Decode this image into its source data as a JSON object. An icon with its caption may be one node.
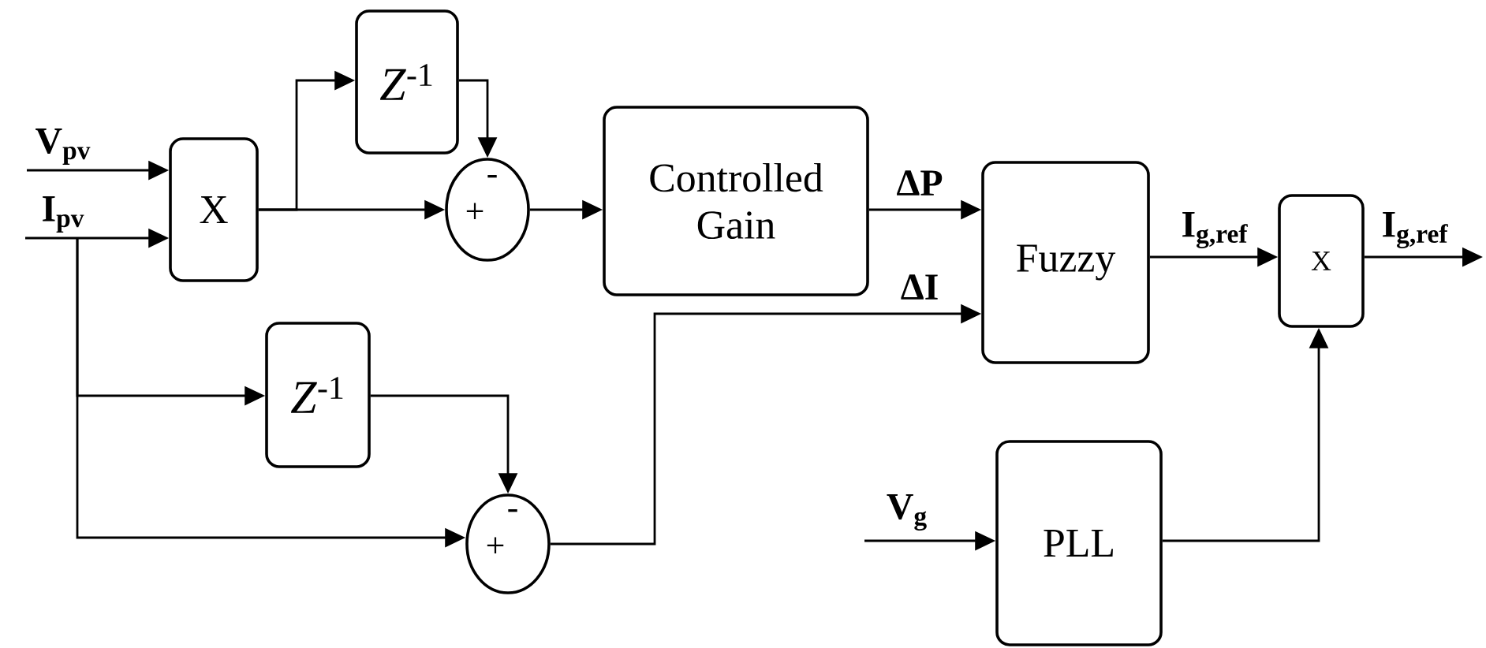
{
  "diagram": {
    "nodes": [
      {
        "text": [
          "X"
        ]
      },
      {
        "text": [
          "*Z*$^{-1}$"
        ]
      },
      {
        "text": [
          "-",
          "+"
        ]
      },
      {
        "text": [
          "Controlled Gain"
        ]
      },
      {
        "text": [
          "Fuzzy"
        ]
      },
      {
        "text": [
          "X"
        ]
      },
      {
        "text": [
          "*Z*$^{-1}$"
        ]
      },
      {
        "text": [
          "-",
          "+"
        ]
      },
      {
        "text": [
          "PLL"
        ]
      }
    ],
    "edges": [
      {
        "from": null,
        "to": 0,
        "arrow": "to",
        "label": "V$_{pv}$"
      },
      {
        "from": null,
        "to": 0,
        "arrow": "to",
        "label": "I$_{pv}$"
      },
      {
        "from": 0,
        "to": 1,
        "arrow": "to"
      },
      {
        "from": 0,
        "to": 2,
        "arrow": "to"
      },
      {
        "from": 1,
        "to": 2,
        "arrow": "to"
      },
      {
        "from": 2,
        "to": 3,
        "arrow": "to"
      },
      {
        "from": 3,
        "to": 4,
        "arrow": "to",
        "label": "ΔP"
      },
      {
        "from": 7,
        "to": 4,
        "arrow": "to",
        "label": "ΔI"
      },
      {
        "from": 4,
        "to": 5,
        "arrow": "to",
        "label": "I$_{g,ref}$"
      },
      {
        "from": 5,
        "to": null,
        "arrow": "to",
        "label": "I$_{g,ref}$"
      },
      {
        "from": null,
        "to": 6,
        "arrow": "to"
      },
      {
        "from": null,
        "to": 7,
        "arrow": "to"
      },
      {
        "from": 6,
        "to": 7,
        "arrow": "to"
      },
      {
        "from": null,
        "to": 8,
        "arrow": "to",
        "label": "V$_{g}$"
      },
      {
        "from": 8,
        "to": 5,
        "arrow": "to"
      }
    ]
  }
}
